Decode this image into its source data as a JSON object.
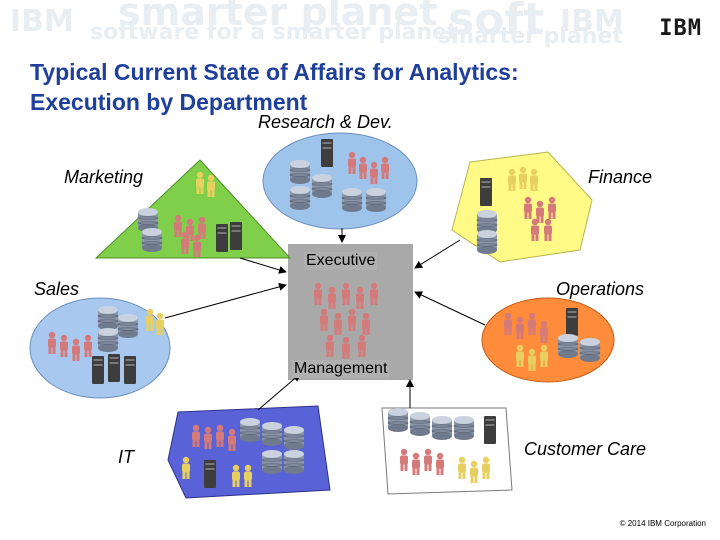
{
  "banner": {
    "watermark_texts": [
      "smarter planet",
      "software for a smarter planet",
      "soft",
      "smarter planet",
      "IBM",
      "IBM"
    ],
    "logo": "IBM"
  },
  "title": {
    "line1": "Typical Current State of Affairs for Analytics:",
    "line2": "Execution by Department"
  },
  "departments": {
    "research": "Research & Dev.",
    "marketing": "Marketing",
    "finance": "Finance",
    "sales": "Sales",
    "operations": "Operations",
    "it": "IT",
    "customer_care": "Customer Care"
  },
  "executive": {
    "top": "Executive",
    "bottom": "Management"
  },
  "colors": {
    "title": "#1e3f9c",
    "research_fill": "#9fc4ec",
    "marketing_fill": "#7fcf4a",
    "finance_fill": "#fffb86",
    "sales_fill": "#a8c8f0",
    "operations_fill": "#ff8c3a",
    "it_fill": "#5a62d8",
    "customer_care_fill": "#ffffff",
    "executive_fill": "#a9a9a9"
  },
  "footer": {
    "copyright": "© 2014 IBM Corporation"
  }
}
